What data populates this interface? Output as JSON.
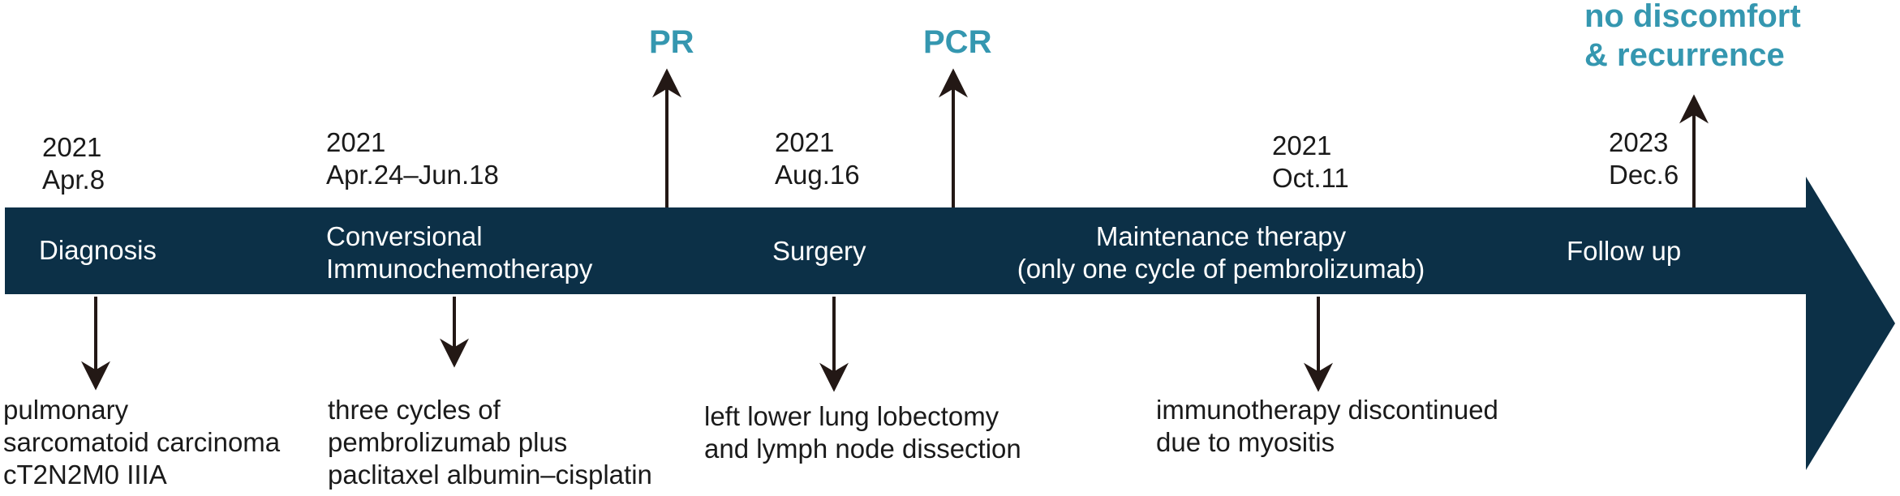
{
  "timeline": {
    "dates": [
      {
        "year": "2021",
        "day": "Apr.8"
      },
      {
        "year": "2021",
        "day": "Apr.24–Jun.18"
      },
      {
        "year": "2021",
        "day": "Aug.16"
      },
      {
        "year": "2021",
        "day": "Oct.11"
      },
      {
        "year": "2023",
        "day": "Dec.6"
      }
    ],
    "phases": [
      {
        "lines": [
          "Diagnosis"
        ]
      },
      {
        "lines": [
          "Conversional",
          "Immunochemotherapy"
        ]
      },
      {
        "lines": [
          "Surgery"
        ]
      },
      {
        "lines": [
          "Maintenance therapy",
          "(only one cycle of pembrolizumab)"
        ]
      },
      {
        "lines": [
          "Follow up"
        ]
      }
    ],
    "details": [
      {
        "lines": [
          "pulmonary",
          "sarcomatoid carcinoma",
          "cT2N2M0 IIIA"
        ]
      },
      {
        "lines": [
          "three cycles of",
          "pembrolizumab plus",
          "paclitaxel albumin–cisplatin"
        ]
      },
      {
        "lines": [
          "left lower lung lobectomy",
          "and lymph node dissection"
        ]
      },
      {
        "lines": [
          "immunotherapy discontinued",
          "due to myositis"
        ]
      }
    ],
    "outcomes": [
      {
        "lines": [
          "PR"
        ]
      },
      {
        "lines": [
          "PCR"
        ]
      },
      {
        "lines": [
          "no discomfort",
          "& recurrence"
        ]
      }
    ]
  },
  "colors": {
    "band": "#0c3047",
    "outcome_text": "#3597b0",
    "arrow": "#231815"
  }
}
